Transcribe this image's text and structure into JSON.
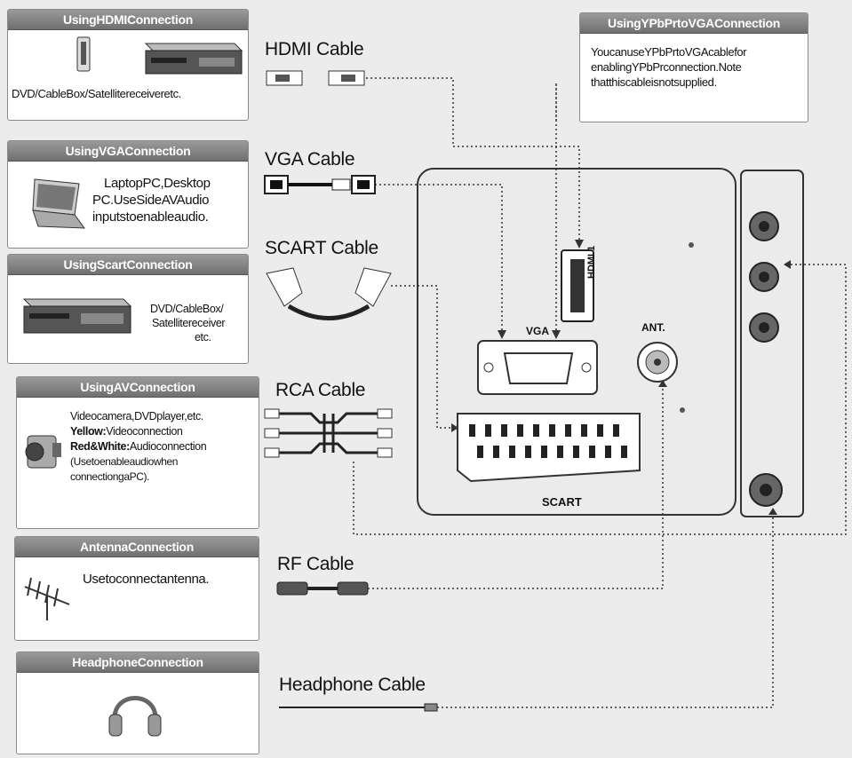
{
  "panels": {
    "hdmi": {
      "title": "UsingHDMIConnection",
      "text": "DVD/CableBox/Satellitereceiveretc."
    },
    "vga": {
      "title": "UsingVGAConnection",
      "line1": "LaptopPC,Desktop",
      "line2": "PC.UseSideAVAudio",
      "line3": "inputstoenableaudio."
    },
    "scart": {
      "title": "UsingScartConnection",
      "line1": "DVD/CableBox/",
      "line2": "Satellitereceiver",
      "line3": "etc."
    },
    "av": {
      "title": "UsingAVConnection",
      "line1": "Videocamera,DVDplayer,etc.",
      "yellow_label": "Yellow:",
      "yellow_text": "Videoconnection",
      "redwhite_label": "Red&White:",
      "redwhite_text": "Audioconnection",
      "line4": "(Usetoenableaudiowhen",
      "line5": "connectiongaPC)."
    },
    "antenna": {
      "title": "AntennaConnection",
      "text": "Usetoconnectantenna."
    },
    "headphone": {
      "title": "HeadphoneConnection"
    },
    "ypbpr": {
      "title": "UsingYPbPrtoVGAConnection",
      "line1": "YoucanuseYPbPrtoVGAcablefor",
      "line2": "enablingYPbPrconnection.Note",
      "line3": "thatthiscableisnotsupplied."
    }
  },
  "cables": {
    "hdmi": "HDMI Cable",
    "vga": "VGA Cable",
    "scart": "SCART Cable",
    "rca": "RCA Cable",
    "rf": "RF Cable",
    "headphone": "Headphone Cable"
  },
  "ports": {
    "hdmi": "HDMI 1",
    "vga": "VGA",
    "ant": "ANT.",
    "scart": "SCART"
  }
}
